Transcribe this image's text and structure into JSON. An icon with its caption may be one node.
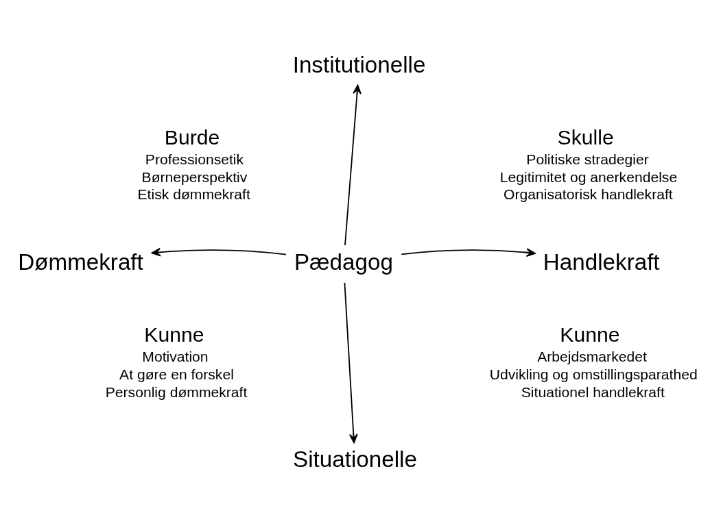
{
  "diagram": {
    "nodes": [
      {
        "text": [
          "Institutionelle"
        ]
      },
      {
        "text": [
          "Dømmekraft"
        ]
      },
      {
        "text": [
          "Pædagog"
        ]
      },
      {
        "text": [
          "Handlekraft"
        ]
      },
      {
        "text": [
          "Situationelle"
        ]
      }
    ],
    "edges": [
      {
        "from": 2,
        "to": 0,
        "arrow": "to"
      },
      {
        "from": 2,
        "to": 1,
        "arrow": "to"
      },
      {
        "from": 2,
        "to": 3,
        "arrow": "to"
      },
      {
        "from": 2,
        "to": 4,
        "arrow": "to"
      }
    ],
    "labels": [
      "Burde",
      "Professionsetik",
      "Børneperspektiv",
      "Etisk dømmekraft",
      "Skulle",
      "Politiske stradegier",
      "Legitimitet og anerkendelse",
      "Organisatorisk handlekraft",
      "Kunne",
      "Motivation",
      "At gøre en forskel",
      "Personlig dømmekraft",
      "Kunne",
      "Arbejdsmarkedet",
      "Udvikling og omstillingsparathed",
      "Situationel handlekraft"
    ]
  }
}
